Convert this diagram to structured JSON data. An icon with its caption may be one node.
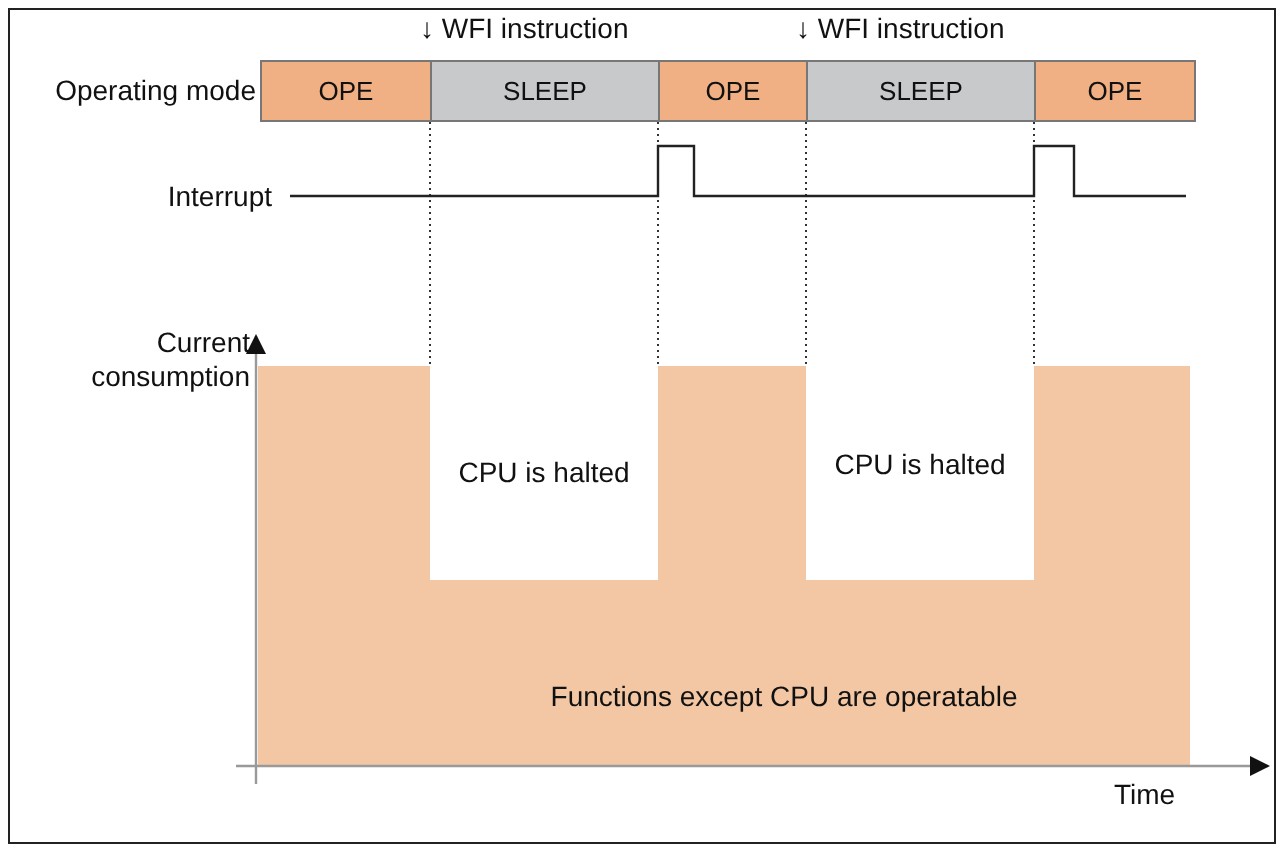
{
  "diagram": {
    "nodes": [
      {
        "text": [
          "OPE"
        ]
      },
      {
        "text": [
          "SLEEP"
        ]
      },
      {
        "text": [
          "OPE"
        ]
      },
      {
        "text": [
          "SLEEP"
        ]
      },
      {
        "text": [
          "OPE"
        ]
      }
    ],
    "edges": [],
    "labels": [
      "↓ WFI instruction",
      "↓ WFI instruction",
      "Operating mode",
      "Interrupt",
      "Current consumption",
      "CPU is halted",
      "CPU is halted",
      "Functions except CPU are operatable",
      "Time"
    ]
  }
}
